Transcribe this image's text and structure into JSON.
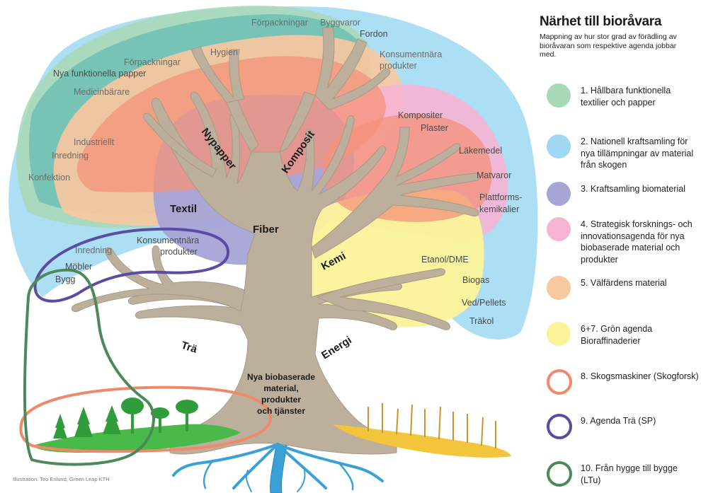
{
  "diagram": {
    "branch_labels": {
      "forpackningar_top": "Förpackningar",
      "byggvaror": "Byggvaror",
      "fordon": "Fordon",
      "konsumentnara_top": "Konsumentnära",
      "produkter_top": "produkter",
      "hygien": "Hygien",
      "forpackningar_left": "Förpackningar",
      "nya_funktionella": "Nya funktionella papper",
      "medicinbarare": "Medicinbärare",
      "industriellt": "Industriellt",
      "inredning_left": "Inredning",
      "konfektion": "Konfektion",
      "kompositer": "Kompositer",
      "plaster": "Plaster",
      "lakemedel": "Läkemedel",
      "matvaror": "Matvaror",
      "plattforms": "Plattforms-",
      "kemikalier": "kemikalier",
      "konsumentnara_mid": "Konsumentnära",
      "produkter_mid": "produkter",
      "inredning_mid": "Inredning",
      "mobler": "Möbler",
      "bygg": "Bygg",
      "etanol": "Etanol/DME",
      "biogas": "Biogas",
      "ved": "Ved/Pellets",
      "trakol": "Träkol"
    },
    "area_labels": {
      "nypapper": "Nypapper",
      "komposit": "Komposit",
      "textil": "Textil",
      "fiber": "Fiber",
      "kemi": "Kemi",
      "tra": "Trä",
      "energi": "Energi"
    },
    "trunk_text": [
      "Nya biobaserade",
      "material,",
      "produkter",
      "och tjänster"
    ],
    "credit": "Illustration: Teo Enlund, Green Leap KTH"
  },
  "legend": {
    "title": "Närhet till bioråvara",
    "subtitle": "Mappning av hur stor grad av förädling av bioråvaran som respektive agenda jobbar med.",
    "items": [
      {
        "text": "1. Hållbara funktionella textilier och papper",
        "color": "#a8d9b6",
        "style": "fill"
      },
      {
        "text": "2. Nationell kraftsamling för nya tillämpningar av material från skogen",
        "color": "#9ed8f2",
        "style": "fill"
      },
      {
        "text": "3. Kraftsamling biomaterial",
        "color": "#a7a4d6",
        "style": "fill"
      },
      {
        "text": "4. Strategisk forsknings- och innovationsagenda för nya biobaserade material och produkter",
        "color": "#f6b4d3",
        "style": "fill"
      },
      {
        "text": "5. Välfärdens material",
        "color": "#f8c8a0",
        "style": "fill"
      },
      {
        "text": "6+7. Grön agenda Bioraffinaderier",
        "color": "#fbf39a",
        "style": "fill"
      },
      {
        "text": "8. Skogsmaskiner (Skogforsk)",
        "color": "#ee8a6b",
        "style": "ring"
      },
      {
        "text": "9. Agenda Trä (SP)",
        "color": "#5a4ca3",
        "style": "ring"
      },
      {
        "text": "10. Från hygge till bygge (LTu)",
        "color": "#4b8a58",
        "style": "ring"
      }
    ]
  }
}
